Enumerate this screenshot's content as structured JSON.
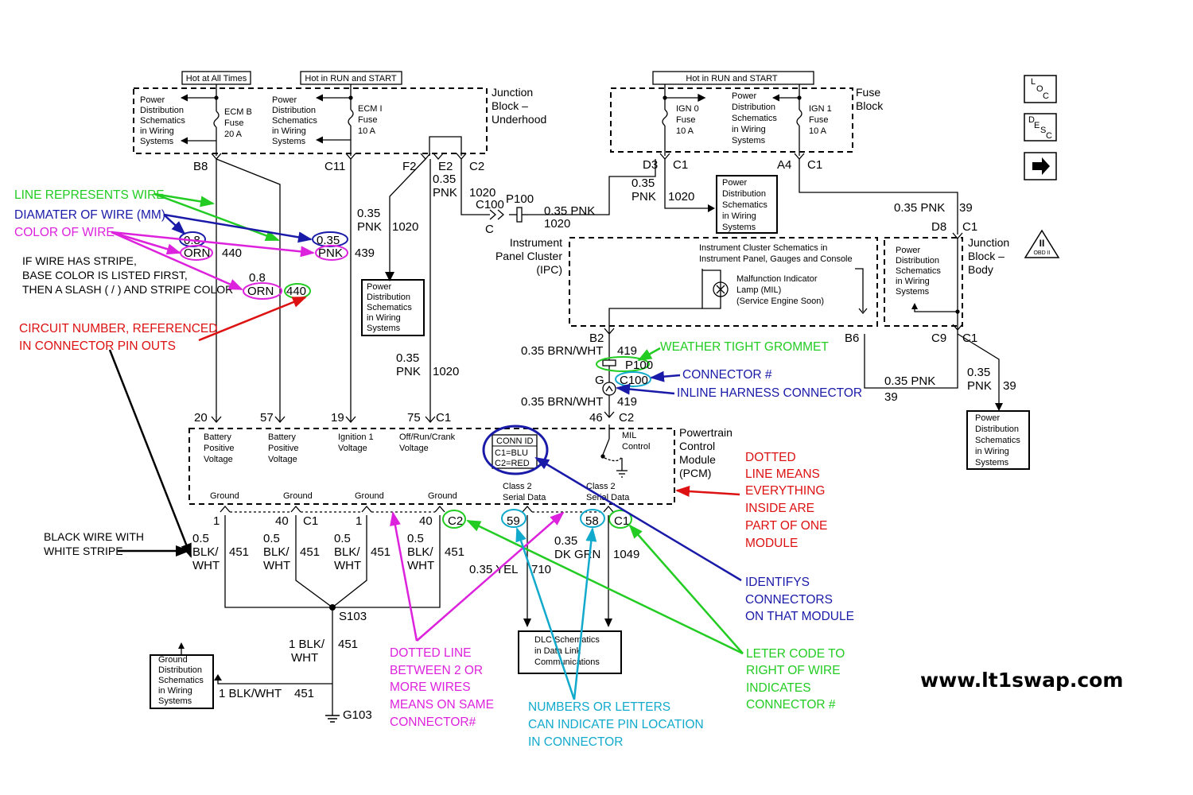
{
  "colors": {
    "green": "#22cc22",
    "blue": "#1a1aa8",
    "magenta": "#dd22dd",
    "red": "#dd1111",
    "cyan": "#11aacc",
    "black": "#000000"
  },
  "watermark": "www.lt1swap.com",
  "icons": [
    "loc-icon",
    "desc-icon",
    "next-arrow-icon",
    "obd-ii-icon"
  ],
  "legend_icons": {
    "loc": [
      "L",
      "O",
      "C"
    ],
    "desc": [
      "D",
      "E",
      "S",
      "C"
    ],
    "obd": [
      "II",
      "OBD II"
    ]
  },
  "hot_labels": {
    "battery": "Hot at All Times",
    "run_start_left": "Hot in RUN and START",
    "run_start_right": "Hot in RUN and START"
  },
  "junction_underhood": {
    "title": [
      "Junction",
      "Block –",
      "Underhood"
    ],
    "pd_left": [
      "Power",
      "Distribution",
      "Schematics",
      "in Wiring",
      "Systems"
    ],
    "pd_mid": [
      "Power",
      "Distribution",
      "Schematics",
      "in Wiring",
      "Systems"
    ],
    "fuse_ecm_b": [
      "ECM B",
      "Fuse",
      "20 A"
    ],
    "fuse_ecm_i": [
      "ECM I",
      "Fuse",
      "10 A"
    ],
    "pins": [
      "B8",
      "C11",
      "F2",
      "E2",
      "C2"
    ]
  },
  "fuse_block": {
    "title": [
      "Fuse",
      "Block"
    ],
    "fuse_ign0": [
      "IGN 0",
      "Fuse",
      "10 A"
    ],
    "fuse_ign1": [
      "IGN 1",
      "Fuse",
      "10 A"
    ],
    "pd": [
      "Power",
      "Distribution",
      "Schematics",
      "in Wiring",
      "Systems"
    ],
    "pins": [
      "D3",
      "C1",
      "A4",
      "C1"
    ]
  },
  "boxes": {
    "pd_1020": [
      "Power",
      "Distribution",
      "Schematics",
      "in Wiring",
      "Systems"
    ],
    "pd_d3": [
      "Power",
      "Distribution",
      "Schematics",
      "in Wiring",
      "Systems"
    ],
    "pd_body": [
      "Power",
      "Distribution",
      "Schematics",
      "in Wiring",
      "Systems"
    ],
    "pd_39": [
      "Power",
      "Distribution",
      "Schematics",
      "in Wiring",
      "Systems"
    ],
    "dlc": [
      "DLC Schematics",
      "in Data Link",
      "Communications"
    ],
    "ground_dist": [
      "Ground",
      "Distribution",
      "Schematics",
      "in Wiring",
      "Systems"
    ]
  },
  "ipc": {
    "title": [
      "Instrument",
      "Panel Cluster",
      "(IPC)"
    ],
    "schem": [
      "Instrument Cluster Schematics in",
      "Instrument Panel, Gauges and Console"
    ],
    "mil": [
      "Malfunction Indicator",
      "Lamp (MIL)",
      "(Service Engine Soon)"
    ],
    "pin": "B2"
  },
  "junction_body": {
    "title": [
      "Junction",
      "Block –",
      "Body"
    ],
    "pins": [
      "D8",
      "C1",
      "B6",
      "C9",
      "C1"
    ]
  },
  "wires": {
    "w1020_a": [
      "0.35",
      "PNK",
      "1020"
    ],
    "w1020_b": [
      "0.35",
      "PNK",
      "1020"
    ],
    "w1020_c": [
      "0.35",
      "PNK",
      "1020"
    ],
    "e2": [
      "0.35",
      "PNK"
    ],
    "c100_top": [
      "1020",
      "C100",
      "C",
      "P100"
    ],
    "ipc_feed": [
      "0.35 PNK",
      "1020"
    ],
    "d3_feed": [
      "0.35",
      "PNK",
      "1020"
    ],
    "w39_top": [
      "0.35 PNK",
      "39"
    ],
    "w39_mid": [
      "0.35 PNK",
      "39"
    ],
    "w39_down": [
      "0.35",
      "PNK",
      "39"
    ],
    "w419_top": [
      "0.35 BRN/WHT",
      "419"
    ],
    "w419_bot": [
      "0.35 BRN/WHT",
      "419"
    ],
    "p100": "P100",
    "c100": "C100",
    "g": "G",
    "pcm_c2": [
      "46",
      "C2"
    ],
    "w710": [
      "0.35 YEL",
      "710"
    ],
    "w1049": [
      "0.35",
      "DK GRN",
      "1049"
    ],
    "s103": "S103",
    "g103": "G103",
    "ground_main": [
      "1 BLK/",
      "WHT",
      "451"
    ],
    "ground_side": [
      "1 BLK/WHT",
      "451"
    ]
  },
  "pcm": {
    "title": [
      "Powertrain",
      "Control",
      "Module",
      "(PCM)"
    ],
    "top_pins": [
      "20",
      "57",
      "19",
      "75",
      "C1"
    ],
    "inputs": [
      [
        "Battery",
        "Positive",
        "Voltage"
      ],
      [
        "Battery",
        "Positive",
        "Voltage"
      ],
      [
        "Ignition 1",
        "Voltage"
      ],
      [
        "Off/Run/Crank",
        "Voltage"
      ]
    ],
    "mil_control": [
      "MIL",
      "Control"
    ],
    "conn_id": [
      "CONN ID",
      "C1=BLU",
      "C2=RED"
    ],
    "grounds": [
      "Ground",
      "Ground",
      "Ground",
      "Ground"
    ],
    "serial": [
      [
        "Class 2",
        "Serial Data"
      ],
      [
        "Class 2",
        "Serial Data"
      ]
    ],
    "bottom_pins": [
      "1",
      "40",
      "C1",
      "1",
      "40",
      "C2",
      "59",
      "58",
      "C1"
    ],
    "ground_wires": [
      [
        "0.5",
        "BLK/",
        "WHT",
        "451"
      ],
      [
        "0.5",
        "BLK/",
        "WHT",
        "451"
      ],
      [
        "0.5",
        "BLK/",
        "WHT",
        "451"
      ],
      [
        "0.5",
        "BLK/",
        "WHT",
        "451"
      ]
    ]
  },
  "left_demo": {
    "size_1": "0.8",
    "color_1": "ORN",
    "circuit_1": "440",
    "size_2": "0.35",
    "color_2": "PNK",
    "circuit_2": "439",
    "size_3": "0.8",
    "color_3": "ORN",
    "circuit_3": "440"
  },
  "annotations": {
    "line_wire": "LINE REPRESENTS WIRE",
    "diameter": "DIAMATER OF WIRE (MM)",
    "color": "COLOR OF WIRE",
    "stripe": [
      "IF WIRE HAS STRIPE,",
      "BASE COLOR IS LISTED FIRST,",
      "THEN A SLASH ( / ) AND STRIPE COLOR"
    ],
    "circuit": [
      "CIRCUIT NUMBER, REFERENCED",
      "IN CONNECTOR PIN OUTS"
    ],
    "black_white": [
      "BLACK WIRE WITH",
      "WHITE STRIPE"
    ],
    "grommet": "WEATHER TIGHT GROMMET",
    "connector_no": "CONNECTOR #",
    "inline": "INLINE HARNESS CONNECTOR",
    "dotted_module": [
      "DOTTED",
      "LINE MEANS",
      "EVERYTHING",
      "INSIDE ARE",
      "PART OF ONE",
      "MODULE"
    ],
    "identifies": [
      "IDENTIFYS",
      "CONNECTORS",
      "ON THAT MODULE"
    ],
    "letter_code": [
      "LETER CODE TO",
      "RIGHT OF WIRE",
      "INDICATES",
      "CONNECTOR #"
    ],
    "dotted_line": [
      "DOTTED LINE",
      "BETWEEN 2 OR",
      "MORE WIRES",
      "MEANS ON SAME",
      "CONNECTOR#"
    ],
    "pin_location": [
      "NUMBERS OR LETTERS",
      "CAN INDICATE PIN LOCATION",
      "IN CONNECTOR"
    ]
  }
}
